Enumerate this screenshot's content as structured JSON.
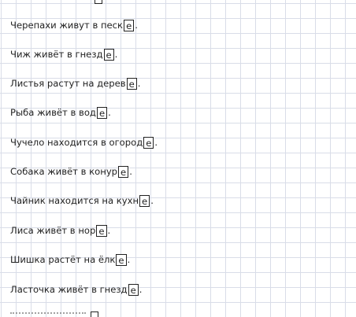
{
  "sentences": [
    {
      "text": "Черепахи живут в песк",
      "letter": "е",
      "end": "."
    },
    {
      "text": "Чиж живёт в гнезд",
      "letter": "е",
      "end": "."
    },
    {
      "text": "Листья растут на дерев",
      "letter": "е",
      "end": "."
    },
    {
      "text": "Рыба живёт в вод",
      "letter": "е",
      "end": "."
    },
    {
      "text": "Чучело находится в огород",
      "letter": "е",
      "end": "."
    },
    {
      "text": "Собака живёт в конур",
      "letter": "е",
      "end": "."
    },
    {
      "text": "Чайник находится на кухн",
      "letter": "е",
      "end": "."
    },
    {
      "text": "Лиса живёт в нор",
      "letter": "е",
      "end": "."
    },
    {
      "text": "Шишка растёт на ёлк",
      "letter": "е",
      "end": "."
    },
    {
      "text": "Ласточка живёт в гнезд",
      "letter": "е",
      "end": "."
    }
  ]
}
